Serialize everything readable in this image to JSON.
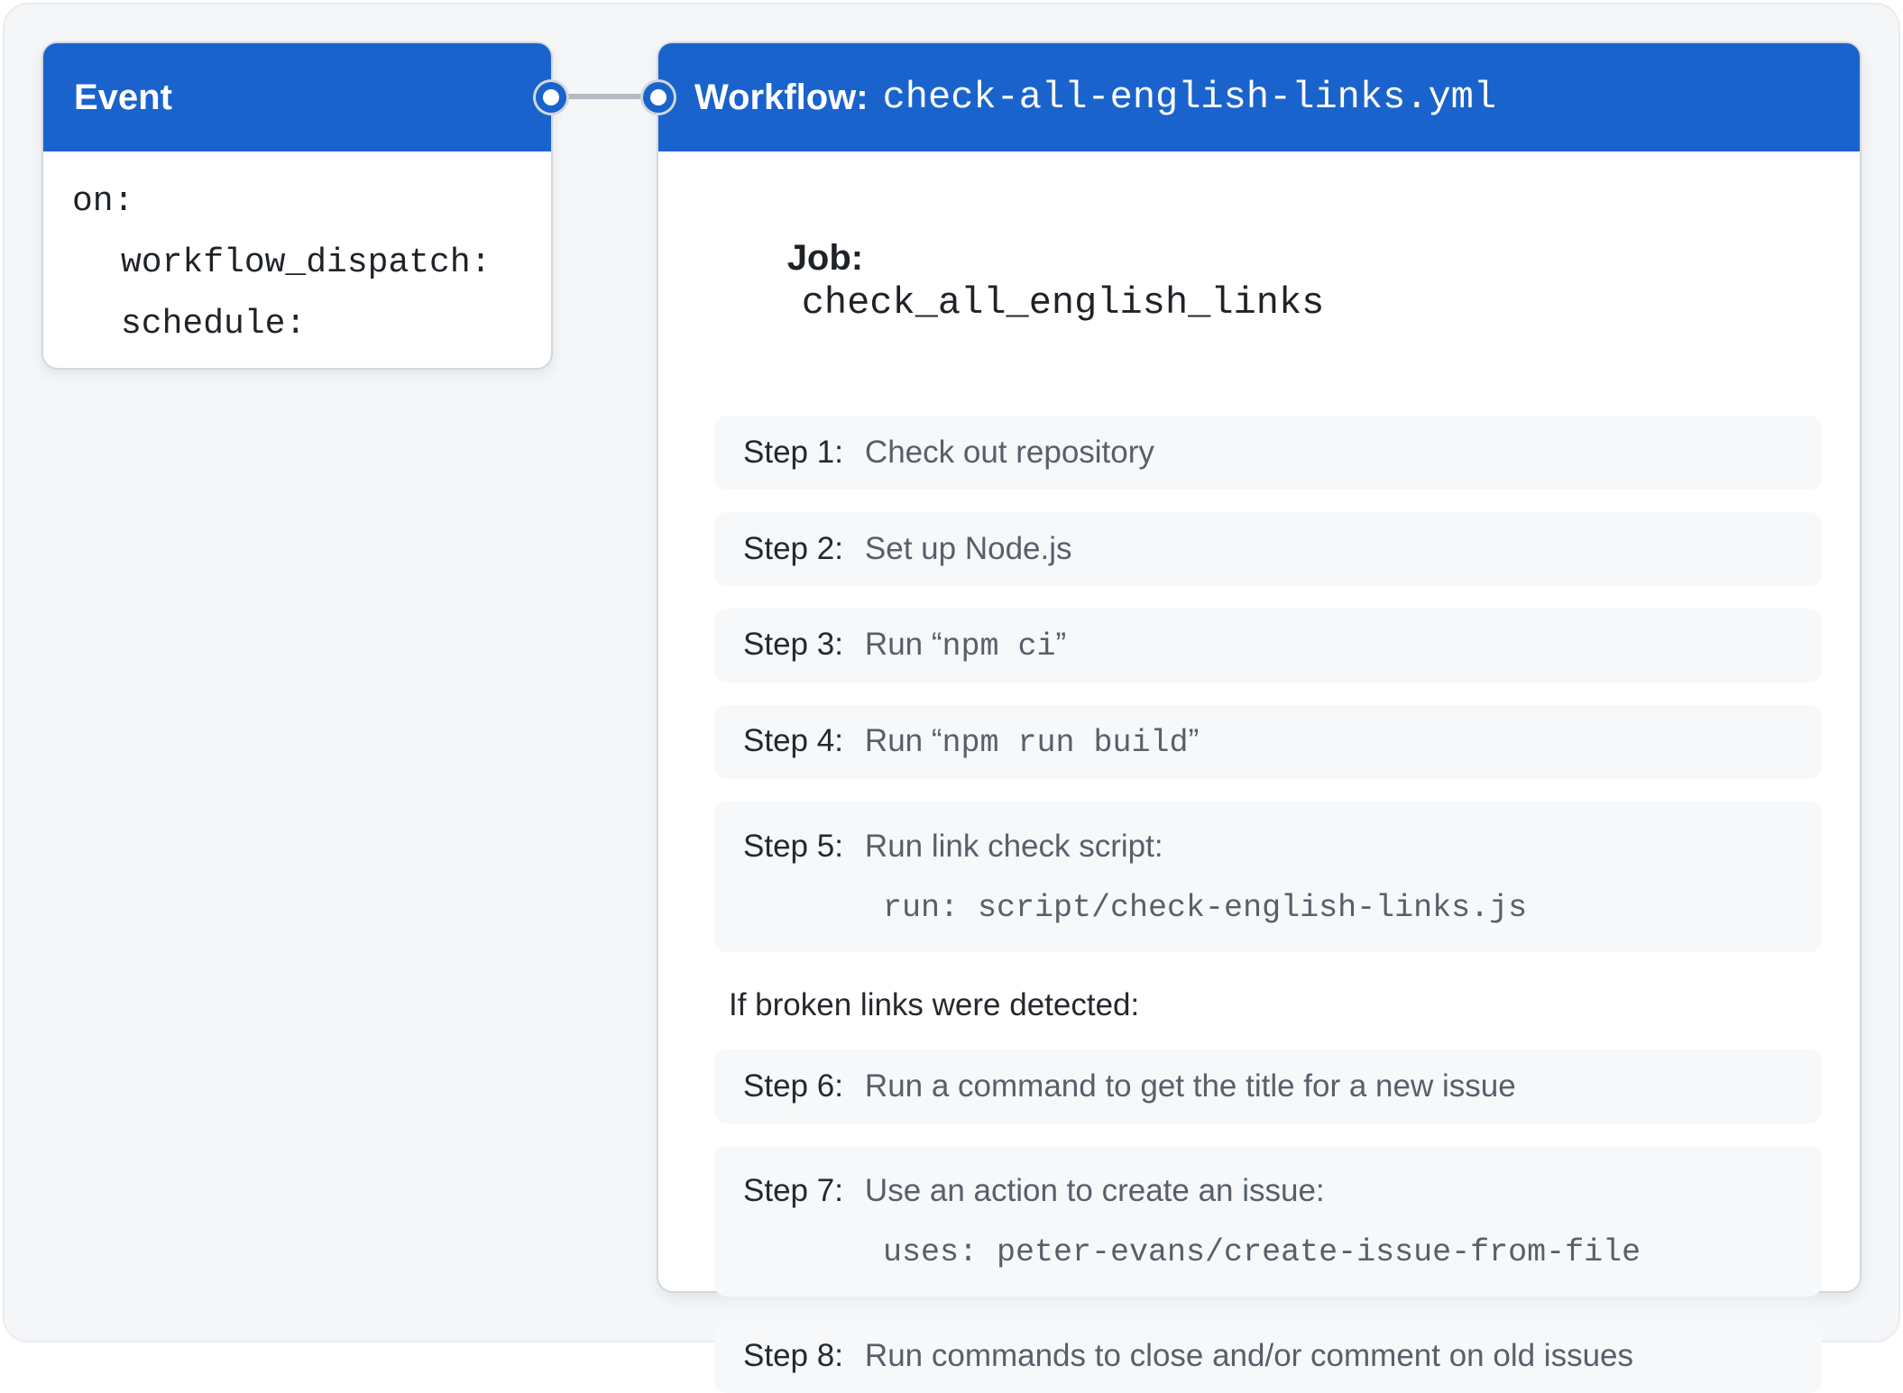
{
  "colors": {
    "accent_blue": "#1a63cd",
    "connector_gray": "#b4bac2",
    "card_border": "#d2d8de",
    "page_background": "#f4f6f8",
    "step_background": "#f6f8fa",
    "label_dark": "#24292f",
    "description_gray": "#57606a"
  },
  "event_card": {
    "title": "Event",
    "code_lines": [
      {
        "text": "on:",
        "indent": 0
      },
      {
        "text": "workflow_dispatch:",
        "indent": 1
      },
      {
        "text": "schedule:",
        "indent": 1
      }
    ]
  },
  "workflow_card": {
    "title_label": "Workflow:",
    "title_file": "check-all-english-links.yml",
    "job_label": "Job:",
    "job_name": "check_all_english_links",
    "condition_note": "If broken links were detected:",
    "condition_note_after_step": 5,
    "steps": [
      {
        "label": "Step 1:",
        "runs": [
          {
            "text": "Check out repository",
            "mono": false
          }
        ]
      },
      {
        "label": "Step 2:",
        "runs": [
          {
            "text": "Set up Node.js",
            "mono": false
          }
        ]
      },
      {
        "label": "Step 3:",
        "runs": [
          {
            "text": "Run “",
            "mono": false
          },
          {
            "text": "npm ci",
            "mono": true
          },
          {
            "text": "”",
            "mono": false
          }
        ]
      },
      {
        "label": "Step 4:",
        "runs": [
          {
            "text": "Run “",
            "mono": false
          },
          {
            "text": "npm run build",
            "mono": true
          },
          {
            "text": "”",
            "mono": false
          }
        ]
      },
      {
        "label": "Step 5:",
        "runs": [
          {
            "text": "Run link check script:",
            "mono": false
          }
        ],
        "detail": "run: script/check-english-links.js"
      },
      {
        "label": "Step 6:",
        "runs": [
          {
            "text": "Run a command to get the title for a new issue",
            "mono": false
          }
        ]
      },
      {
        "label": "Step 7:",
        "runs": [
          {
            "text": "Use an action to create an issue:",
            "mono": false
          }
        ],
        "detail": "uses: peter-evans/create-issue-from-file"
      },
      {
        "label": "Step 8:",
        "runs": [
          {
            "text": "Run commands to close and/or comment on old issues",
            "mono": false
          }
        ]
      }
    ]
  }
}
